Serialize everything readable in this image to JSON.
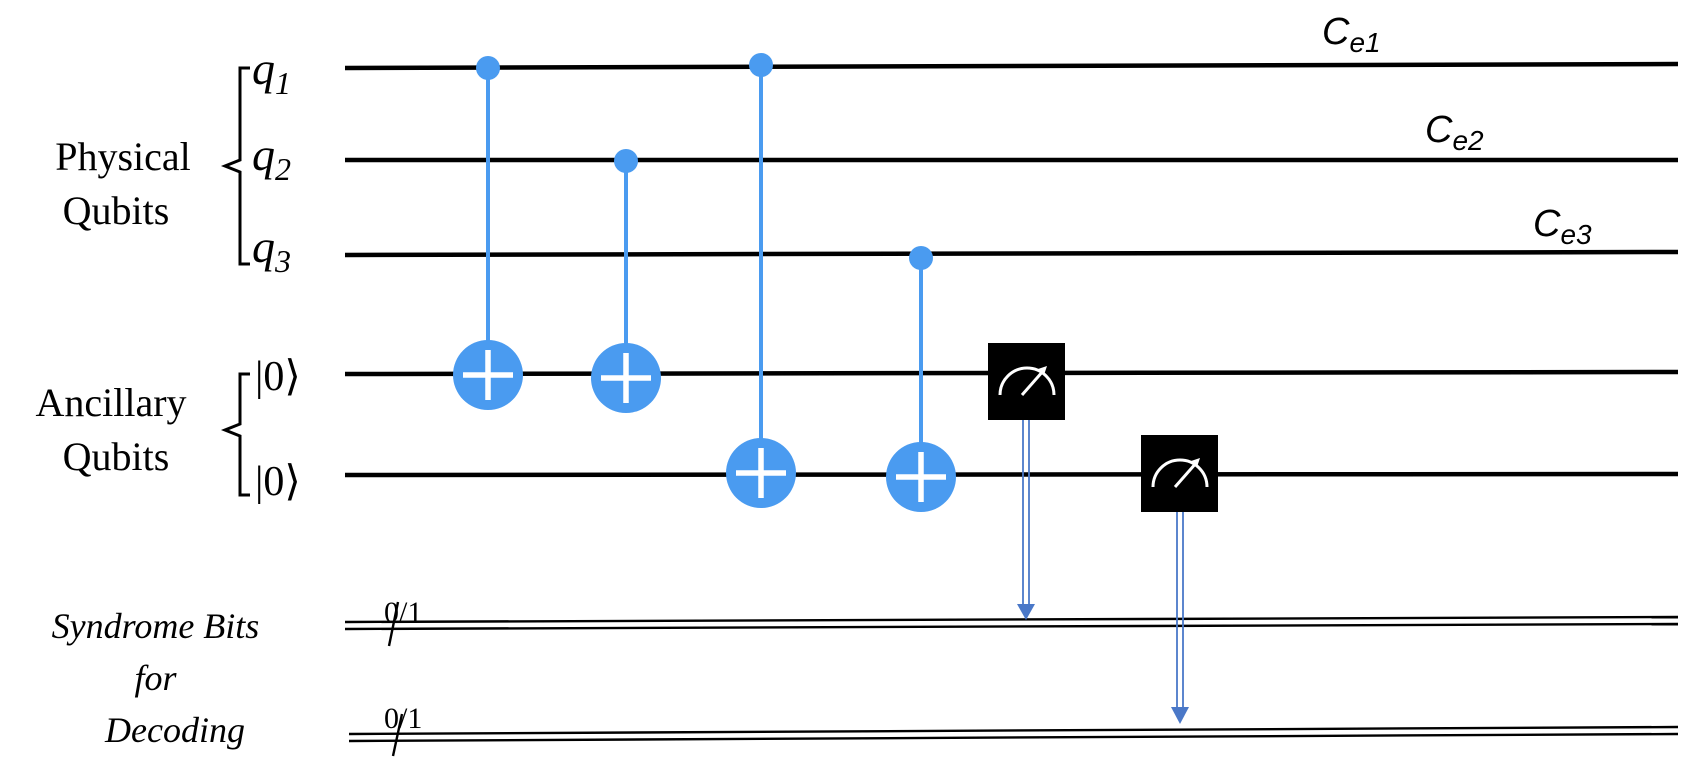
{
  "groups": {
    "physical_line1": "Physical",
    "physical_line2": "Qubits",
    "ancillary_line1": "Ancillary",
    "ancillary_line2": "Qubits",
    "syndrome_line1": "Syndrome Bits",
    "syndrome_line2": "for",
    "syndrome_line3": "Decoding"
  },
  "qubits": [
    {
      "letter": "q",
      "sub": "1"
    },
    {
      "letter": "q",
      "sub": "2"
    },
    {
      "letter": "q",
      "sub": "3"
    }
  ],
  "ancillas": [
    "|0⟩",
    "|0⟩"
  ],
  "error_labels": [
    {
      "letter": "C",
      "sub": "e1"
    },
    {
      "letter": "C",
      "sub": "e2"
    },
    {
      "letter": "C",
      "sub": "e3"
    }
  ],
  "classical_bits": [
    "0/1",
    "0/1"
  ],
  "gates": [
    {
      "type": "cnot",
      "control": "q1",
      "target": "ancilla-1"
    },
    {
      "type": "cnot",
      "control": "q2",
      "target": "ancilla-1"
    },
    {
      "type": "cnot",
      "control": "q1",
      "target": "ancilla-2"
    },
    {
      "type": "cnot",
      "control": "q3",
      "target": "ancilla-2"
    },
    {
      "type": "measure",
      "qubit": "ancilla-1",
      "to": "syndrome-bit-1"
    },
    {
      "type": "measure",
      "qubit": "ancilla-2",
      "to": "syndrome-bit-2"
    }
  ],
  "colors": {
    "gate": "#4a9bf0",
    "measure_arrow": "#4a78c8",
    "meter_box": "#000000",
    "wire": "#000000"
  }
}
